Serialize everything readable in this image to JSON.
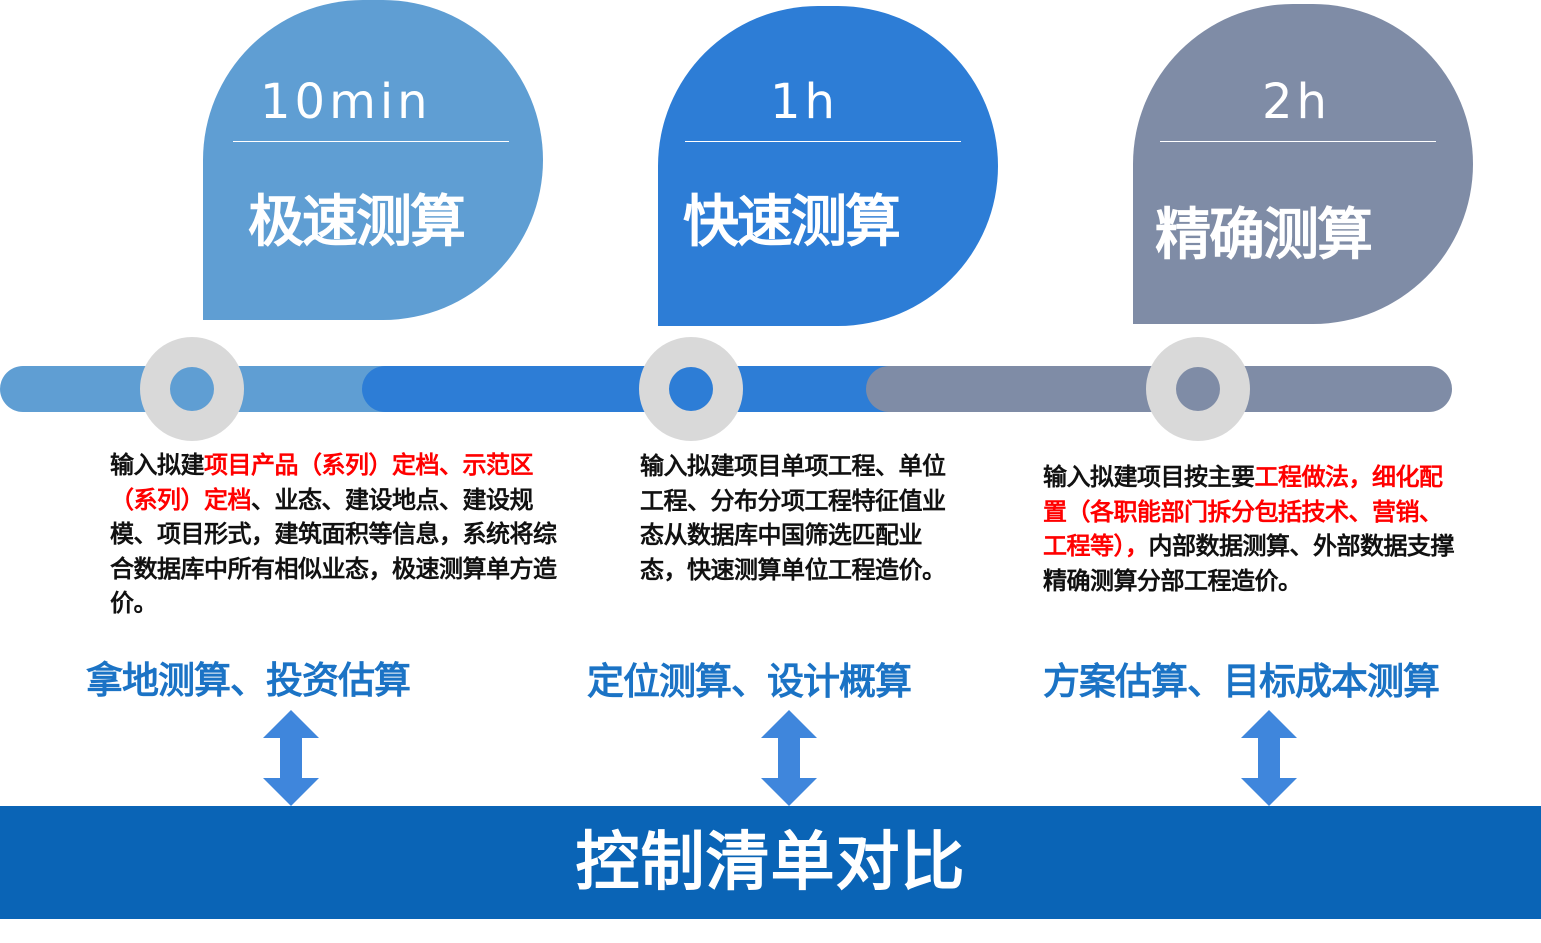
{
  "colors": {
    "light_blue": "#5f9ed3",
    "mid_blue": "#2d7dd6",
    "slate": "#7f8ca6",
    "node_ring": "#d9d9d9",
    "emphasis_red": "#ff0000",
    "category_blue": "#1b73c5",
    "band_blue": "#0a64b6"
  },
  "stages": [
    {
      "time": "10min",
      "title": "极速测算",
      "description": {
        "p1": "输入拟建",
        "red1": "项目产品（系列）定档、示范区（系列）定档",
        "p2": "、业态、建设地点、建设规模、项目形式，建筑面积等信息，系统将综合数据库中所有相似业态，极速测算单方造价。"
      },
      "category": "拿地测算、投资估算"
    },
    {
      "time": "1h",
      "title": "快速测算",
      "description": {
        "p1": "输入拟建项目单项工程、单位工程、分布分项工程特征值业态从数据库中国筛选匹配业态，快速测算单位工程造价。"
      },
      "category": "定位测算、设计概算"
    },
    {
      "time": "2h",
      "title": "精确测算",
      "description": {
        "p1": "输入拟建项目按主要",
        "red1": "工程做法，细化配置（各职能部门拆分包括技术、营销、工程等），",
        "p2": "内部数据测算、外部数据支撑精确测算分部工程造价。"
      },
      "category": "方案估算、目标成本测算"
    }
  ],
  "footer": {
    "label": "控制清单对比"
  },
  "icons": [
    "timeline-node-icon",
    "double-arrow-icon"
  ]
}
